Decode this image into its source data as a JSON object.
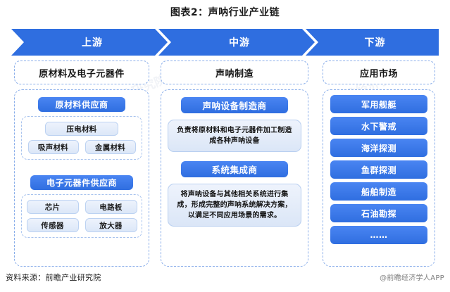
{
  "title": "图表2：声呐行业产业链",
  "banner": {
    "stages": [
      {
        "label": "上游"
      },
      {
        "label": "中游"
      },
      {
        "label": "下游"
      }
    ],
    "color": "#2f6ee0"
  },
  "columns": {
    "upstream": {
      "caption": "原材料及电子元器件",
      "groups": [
        {
          "header": "原材料供应商",
          "rows": [
            [
              "压电材料"
            ],
            [
              "吸声材料",
              "金属材料"
            ]
          ]
        },
        {
          "header": "电子元器件供应商",
          "rows": [
            [
              "芯片",
              "电路板"
            ],
            [
              "传感器",
              "放大器"
            ]
          ]
        }
      ]
    },
    "midstream": {
      "caption": "声呐制造",
      "blocks": [
        {
          "header": "声呐设备制造商",
          "description": "负责将原材料和电子元器件加工制造成各种声呐设备"
        },
        {
          "header": "系统集成商",
          "description": "将声呐设备与其他相关系统进行集成，形成完整的声呐系统解决方案，以满足不同应用场景的需求。"
        }
      ]
    },
    "downstream": {
      "caption": "应用市场",
      "items": [
        "军用舰艇",
        "水下警戒",
        "海洋探测",
        "鱼群探测",
        "船舶制造",
        "石油勘探",
        "……"
      ]
    }
  },
  "footer": {
    "source": "资料来源：前瞻产业研究院",
    "credit": "@前瞻经济学人APP"
  },
  "watermarks": [
    "前瞻产业研究院",
    "前瞻经济学人",
    "前瞻产业研究院",
    "前瞻经济学人"
  ]
}
